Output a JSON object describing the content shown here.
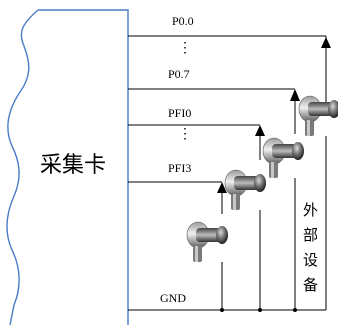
{
  "card_label": "采集卡",
  "signals": {
    "p00": "P0.0",
    "p07": "P0.7",
    "pfi0": "PFI0",
    "pfi3": "PFI3",
    "gnd": "GND",
    "ellipsis": "⋮"
  },
  "external_device": [
    "外",
    "部",
    "设",
    "备"
  ],
  "colors": {
    "card_outline": "#4a7cc4",
    "lines": "#000000"
  }
}
